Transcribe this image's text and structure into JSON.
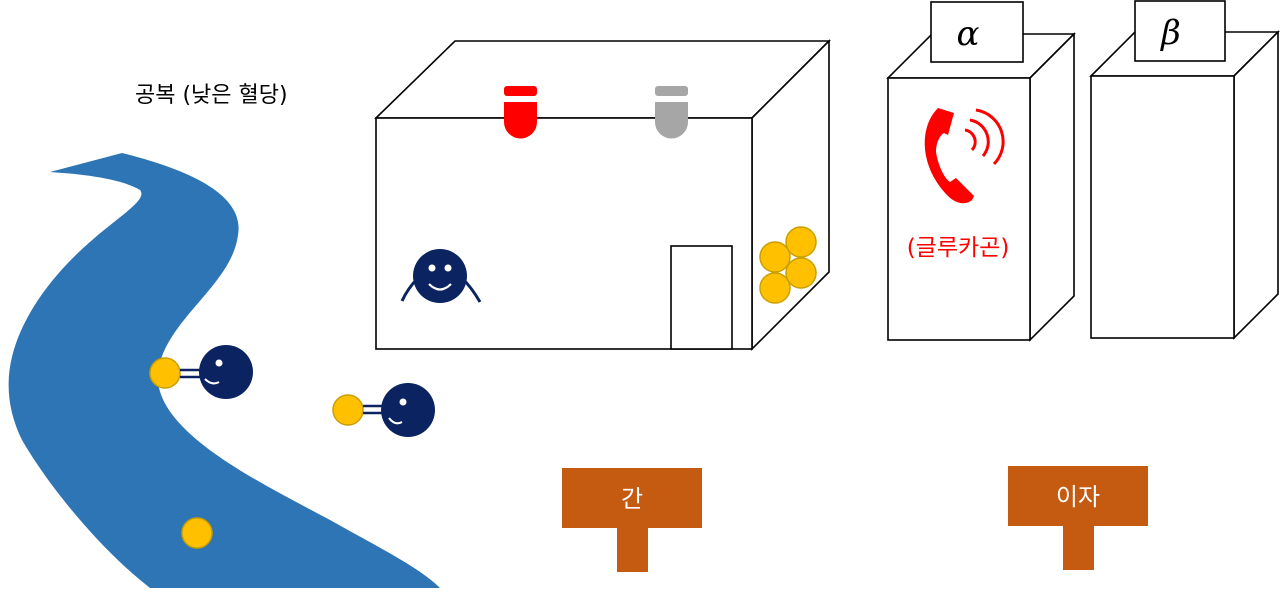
{
  "labels": {
    "fasting_state": "공복 (낮은 혈당)",
    "hormone": "(글루카곤)",
    "liver_sign": "간",
    "pancreas_sign": "이자",
    "alpha": "α",
    "beta": "β"
  },
  "colors": {
    "river": "#2e75b6",
    "character": "#0b2461",
    "glucose": "#ffc000",
    "glucose_stroke": "#c9a000",
    "signal_red": "#ff0000",
    "signal_gray": "#a6a6a6",
    "sign_board": "#c55a11",
    "sign_text": "#ffffff",
    "outline": "#000000"
  },
  "icons": {
    "phone": "phone-ringing-icon",
    "molecule": "glucose-dot-icon"
  }
}
